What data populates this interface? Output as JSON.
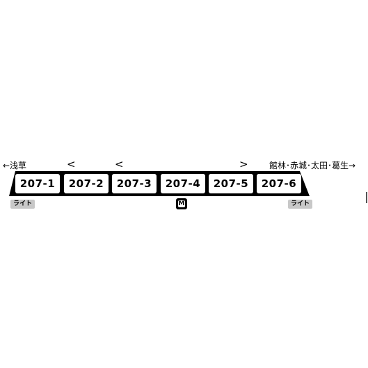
{
  "direction_left": "←浅草",
  "direction_right": "館林･赤城･太田･葛生→",
  "arrows": [
    "<",
    "<",
    ">"
  ],
  "cars": [
    "207-1",
    "207-2",
    "207-3",
    "207-4",
    "207-5",
    "207-6"
  ],
  "light_left": "ライト",
  "light_right": "ライト",
  "motor_label": "M",
  "colors": {
    "body": "#000000",
    "car_fill": "#ffffff",
    "light_badge": "#c8c8c8"
  }
}
